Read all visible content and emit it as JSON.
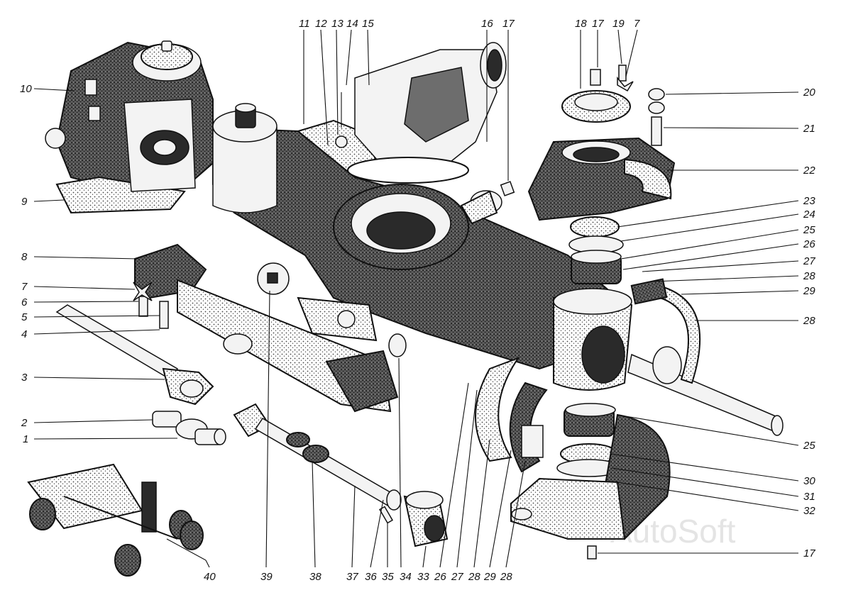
{
  "watermark": "AutoSoft",
  "callouts": {
    "top": [
      "11",
      "12",
      "13",
      "14",
      "15",
      "16",
      "17",
      "18",
      "17",
      "19",
      "7"
    ],
    "left": [
      "10",
      "9",
      "8",
      "7",
      "6",
      "5",
      "4",
      "3",
      "2",
      "1"
    ],
    "right": [
      "20",
      "21",
      "22",
      "23",
      "24",
      "25",
      "26",
      "27",
      "28",
      "29",
      "28",
      "25",
      "30",
      "31",
      "32",
      "17"
    ],
    "bottom": [
      "40",
      "39",
      "38",
      "37",
      "36",
      "35",
      "34",
      "33",
      "26",
      "27",
      "28",
      "29",
      "28"
    ]
  },
  "colors": {
    "ink": "#111111",
    "paper": "#ffffff",
    "stipple": "#444444"
  }
}
